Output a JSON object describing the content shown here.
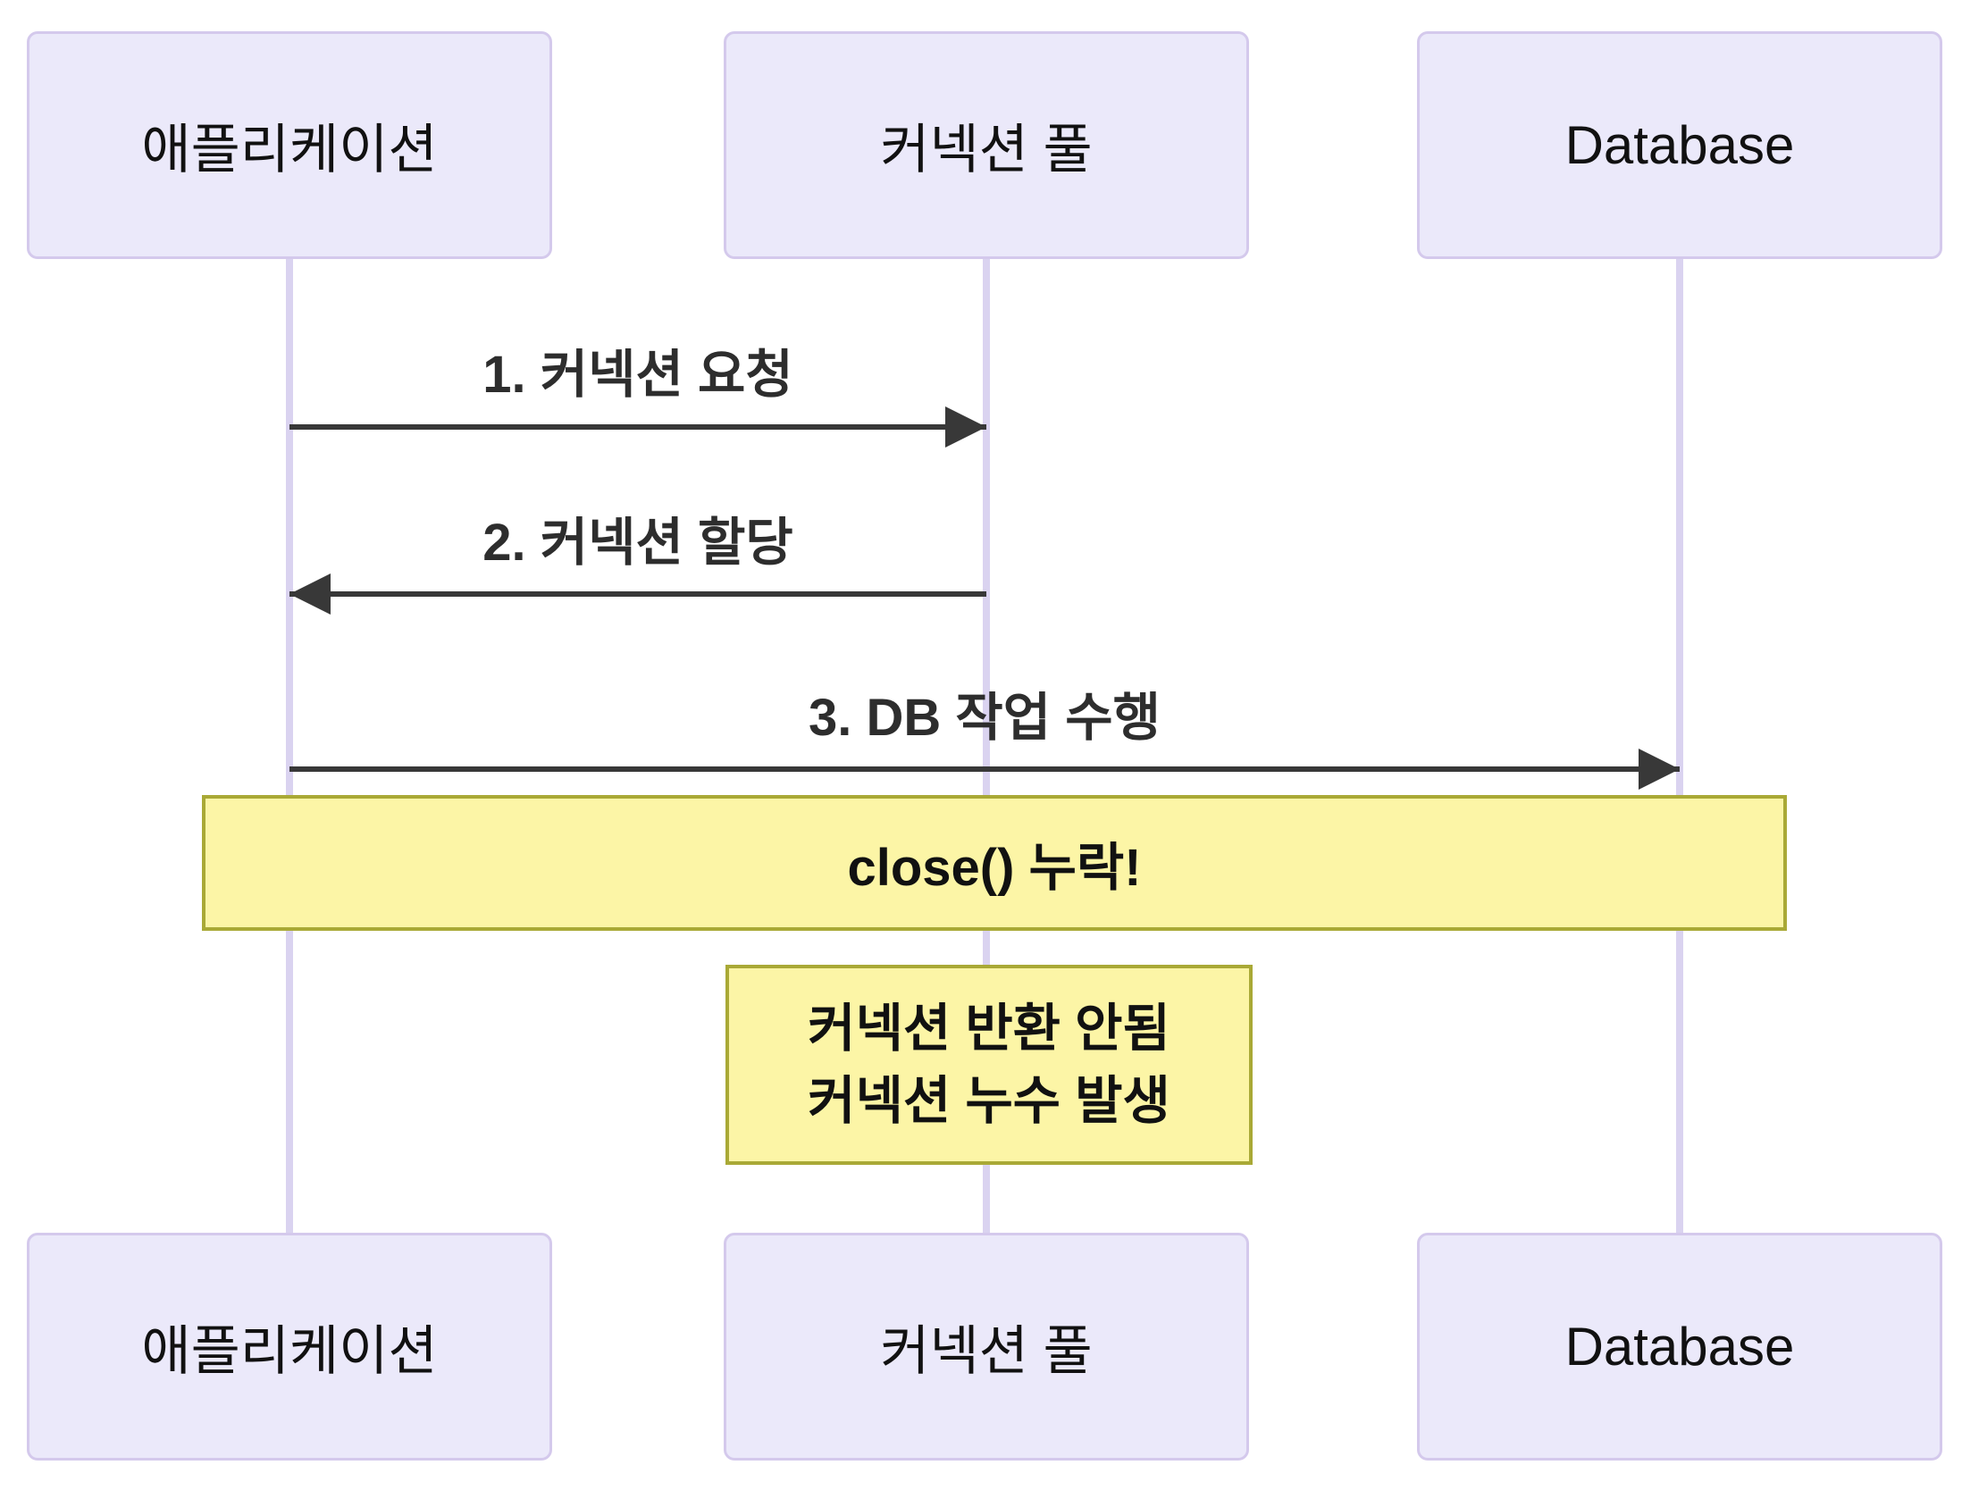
{
  "diagram": {
    "type": "sequence-diagram",
    "actors": [
      {
        "id": "application",
        "label": "애플리케이션"
      },
      {
        "id": "connection-pool",
        "label": "커넥션 풀"
      },
      {
        "id": "database",
        "label": "Database"
      }
    ],
    "messages": [
      {
        "seq": 1,
        "label": "1. 커넥션 요청",
        "from": "애플리케이션",
        "to": "커넥션 풀",
        "direction": "right",
        "style": "solid"
      },
      {
        "seq": 2,
        "label": "2. 커넥션 할당",
        "from": "커넥션 풀",
        "to": "애플리케이션",
        "direction": "left",
        "style": "solid"
      },
      {
        "seq": 3,
        "label": "3. DB 작업 수행",
        "from": "애플리케이션",
        "to": "Database",
        "direction": "right",
        "style": "solid"
      }
    ],
    "notes": [
      {
        "id": "close-missing",
        "label": "close() 누락!",
        "span": "애플리케이션..Database"
      },
      {
        "id": "leak",
        "lines": [
          "커넥션 반환 안됨",
          "커넥션 누수 발생"
        ],
        "span": "커넥션 풀"
      }
    ],
    "colors": {
      "actor_fill": "#EBE9FA",
      "actor_border": "#D4C9EC",
      "lifeline": "#DAD3F0",
      "arrow": "#383838",
      "note_fill": "#FCF5A6",
      "note_border": "#A9A936",
      "background": "#FFFFFF",
      "text": "#111111"
    }
  }
}
